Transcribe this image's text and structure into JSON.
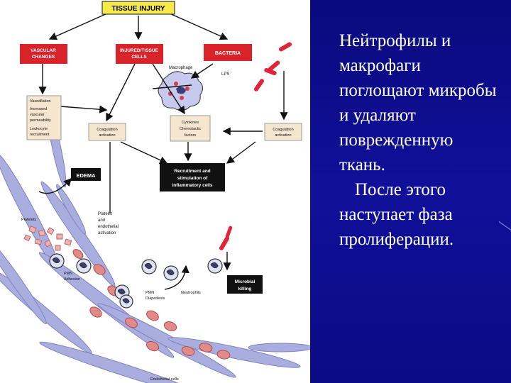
{
  "caption": {
    "paragraph1": "Нейтрофилы и макрофаги поглощают микробы и удаляют поврежденную ткань.",
    "paragraph2": "После этого наступает фаза пролиферации."
  },
  "diagram": {
    "tissue_injury": "TISSUE INJURY",
    "vascular_line1": "VASCULAR",
    "vascular_line2": "CHANGES",
    "injured_line1": "INJURED/TISSUE",
    "injured_line2": "CELLS",
    "bacteria": "BACTERIA",
    "macrophage": "Macrophage",
    "lps": "LPS",
    "vaso_1": "Vasodilation",
    "vaso_2": "Increased",
    "vaso_3": "vascular",
    "vaso_4": "permeability",
    "vaso_5": "Leukocyte",
    "vaso_6": "recruitment",
    "coag_left_1": "Coagulation",
    "coag_left_2": "activation",
    "cyto_1": "Cytokines",
    "cyto_2": "Chemotactic",
    "cyto_3": "factors",
    "coag_right_1": "Coagulation",
    "coag_right_2": "activation",
    "edema": "EDEMA",
    "recruit_1": "Recruitment and",
    "recruit_2": "stimulation of",
    "recruit_3": "inflammatory cells",
    "platelets": "Platelets",
    "platelet_1": "Platelet",
    "platelet_2": "and",
    "platelet_3": "endothelial",
    "platelet_4": "activation",
    "pmn_adh_1": "PMN",
    "pmn_adh_2": "Adhesion",
    "pmn_dia_1": "PMN",
    "pmn_dia_2": "Diapedesis",
    "neutrophils": "Neutrophils",
    "microbial_1": "Microbial",
    "microbial_2": "killing",
    "endothelial": "Endothelial cells"
  },
  "colors": {
    "slide_background": "#0c0c8a",
    "box_red": "#d8232a",
    "box_yellow": "#f6e94a",
    "box_beige": "#f7e6cf",
    "box_black": "#111111",
    "endothelium": "#a9aede",
    "rbc": "#e08a8a",
    "bacteria": "#e0243a"
  }
}
